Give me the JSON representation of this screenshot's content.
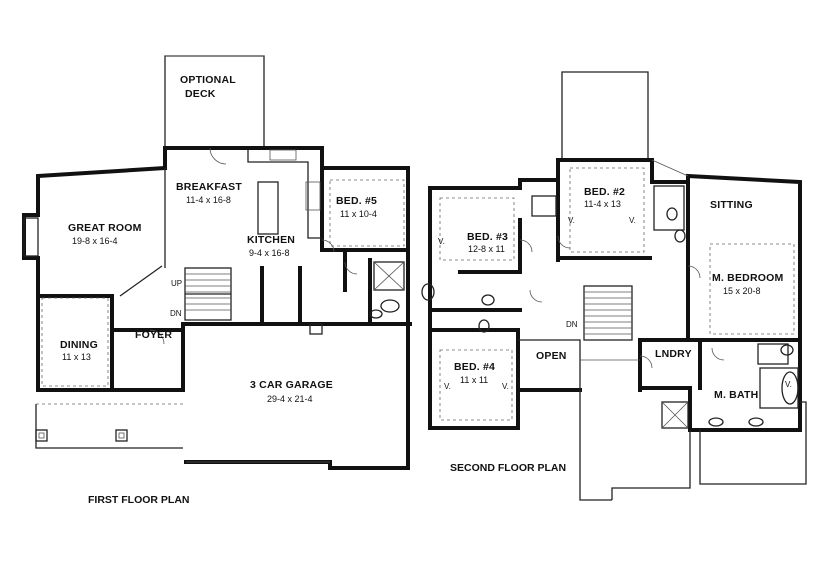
{
  "first_floor": {
    "title": "FIRST FLOOR PLAN",
    "deck": {
      "line1": "OPTIONAL",
      "line2": "DECK"
    },
    "rooms": {
      "great_room": {
        "name": "GREAT ROOM",
        "dims": "19-8 x 16-4"
      },
      "breakfast": {
        "name": "BREAKFAST",
        "dims": "11-4 x 16-8"
      },
      "kitchen": {
        "name": "KITCHEN",
        "dims": "9-4 x 16-8"
      },
      "bed5": {
        "name": "BED. #5",
        "dims": "11 x 10-4"
      },
      "dining": {
        "name": "DINING",
        "dims": "11 x 13"
      },
      "foyer": {
        "name": "FOYER"
      },
      "garage": {
        "name": "3 CAR GARAGE",
        "dims": "29-4 x 21-4"
      }
    },
    "stairs": {
      "up": "UP",
      "dn": "DN"
    }
  },
  "second_floor": {
    "title": "SECOND FLOOR PLAN",
    "rooms": {
      "bed2": {
        "name": "BED. #2",
        "dims": "11-4 x 13"
      },
      "bed3": {
        "name": "BED. #3",
        "dims": "12-8 x 11"
      },
      "bed4": {
        "name": "BED. #4",
        "dims": "11 x 11"
      },
      "sitting": {
        "name": "SITTING"
      },
      "master": {
        "name": "M. BEDROOM",
        "dims": "15 x 20-8"
      },
      "open": {
        "name": "OPEN"
      },
      "laundry": {
        "name": "LNDRY"
      },
      "mbath": {
        "name": "M. BATH"
      }
    },
    "stairs": {
      "dn": "DN"
    },
    "marks": {
      "v": "V."
    }
  }
}
